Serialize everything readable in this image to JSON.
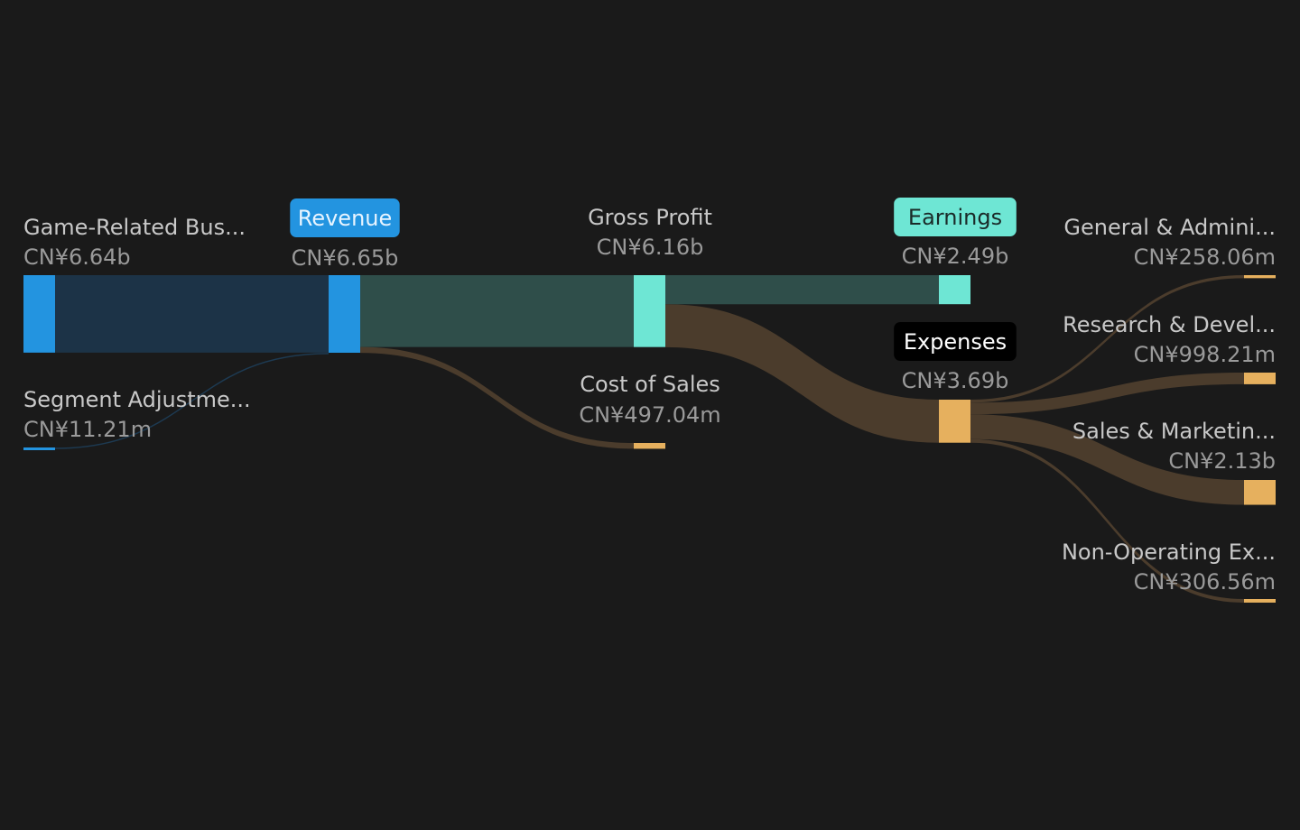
{
  "colors": {
    "background": "#1a1a1a",
    "revenue_node": "#2394e0",
    "revenue_link": "#1c3347",
    "profit_node": "#6ee6d4",
    "profit_link": "#2f4e4a",
    "expense_node": "#e6b05e",
    "expense_link": "#4b3c2c",
    "label_name": "#c8c8c8",
    "label_value": "#9a9a9a"
  },
  "chart_data": {
    "type": "sankey",
    "currency_unit": "CN¥",
    "nodes": [
      {
        "id": "game",
        "name": "Game-Related Bus...",
        "value_label": "CN¥6.64b",
        "value": 6.64,
        "kind": "revenue"
      },
      {
        "id": "seg",
        "name": "Segment Adjustme...",
        "value_label": "CN¥11.21m",
        "value": 0.01121,
        "kind": "revenue"
      },
      {
        "id": "revenue",
        "name": "Revenue",
        "value_label": "CN¥6.65b",
        "value": 6.65,
        "kind": "revenue",
        "pill": true
      },
      {
        "id": "gross",
        "name": "Gross Profit",
        "value_label": "CN¥6.16b",
        "value": 6.16,
        "kind": "profit"
      },
      {
        "id": "cos",
        "name": "Cost of Sales",
        "value_label": "CN¥497.04m",
        "value": 0.49704,
        "kind": "expense"
      },
      {
        "id": "earnings",
        "name": "Earnings",
        "value_label": "CN¥2.49b",
        "value": 2.49,
        "kind": "profit",
        "pill": true
      },
      {
        "id": "expenses",
        "name": "Expenses",
        "value_label": "CN¥3.69b",
        "value": 3.69,
        "kind": "expense",
        "pill": true
      },
      {
        "id": "ga",
        "name": "General & Admini...",
        "value_label": "CN¥258.06m",
        "value": 0.25806,
        "kind": "expense"
      },
      {
        "id": "rd",
        "name": "Research & Devel...",
        "value_label": "CN¥998.21m",
        "value": 0.99821,
        "kind": "expense"
      },
      {
        "id": "sm",
        "name": "Sales & Marketin...",
        "value_label": "CN¥2.13b",
        "value": 2.13,
        "kind": "expense"
      },
      {
        "id": "nonop",
        "name": "Non-Operating Ex...",
        "value_label": "CN¥306.56m",
        "value": 0.30656,
        "kind": "expense"
      }
    ],
    "links": [
      {
        "source": "game",
        "target": "revenue",
        "value": 6.64,
        "kind": "revenue"
      },
      {
        "source": "seg",
        "target": "revenue",
        "value": 0.01121,
        "kind": "revenue"
      },
      {
        "source": "revenue",
        "target": "gross",
        "value": 6.16,
        "kind": "profit"
      },
      {
        "source": "revenue",
        "target": "cos",
        "value": 0.49704,
        "kind": "expense"
      },
      {
        "source": "gross",
        "target": "earnings",
        "value": 2.49,
        "kind": "profit"
      },
      {
        "source": "gross",
        "target": "expenses",
        "value": 3.69,
        "kind": "expense"
      },
      {
        "source": "expenses",
        "target": "ga",
        "value": 0.25806,
        "kind": "expense"
      },
      {
        "source": "expenses",
        "target": "rd",
        "value": 0.99821,
        "kind": "expense"
      },
      {
        "source": "expenses",
        "target": "sm",
        "value": 2.13,
        "kind": "expense"
      },
      {
        "source": "expenses",
        "target": "nonop",
        "value": 0.30656,
        "kind": "expense"
      }
    ]
  }
}
